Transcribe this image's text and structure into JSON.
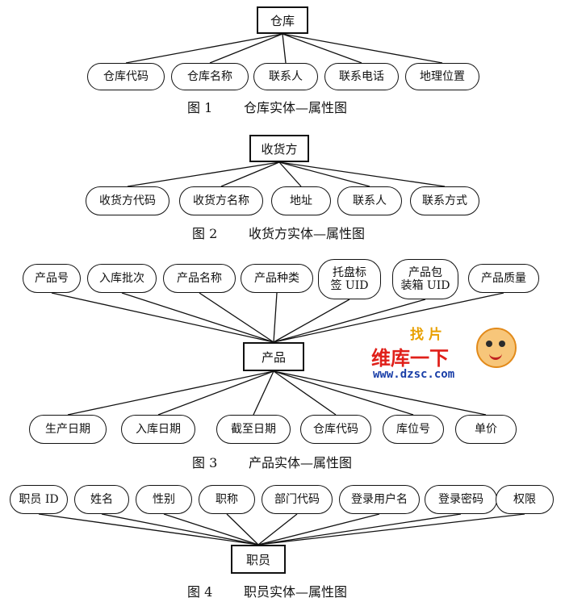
{
  "diagrams": [
    {
      "entity": "仓库",
      "attributes": [
        "仓库代码",
        "仓库名称",
        "联系人",
        "联系电话",
        "地理位置"
      ],
      "caption_num": "图 1",
      "caption_text": "仓库实体—属性图"
    },
    {
      "entity": "收货方",
      "attributes": [
        "收货方代码",
        "收货方名称",
        "地址",
        "联系人",
        "联系方式"
      ],
      "caption_num": "图 2",
      "caption_text": "收货方实体—属性图"
    },
    {
      "entity": "产品",
      "attributes_top": [
        "产品号",
        "入库批次",
        "产品名称",
        "产品种类",
        "托盘标\n签 UID",
        "产品包\n装箱 UID",
        "产品质量"
      ],
      "attributes_bottom": [
        "生产日期",
        "入库日期",
        "截至日期",
        "仓库代码",
        "库位号",
        "单价"
      ],
      "caption_num": "图 3",
      "caption_text": "产品实体—属性图"
    },
    {
      "entity": "职员",
      "attributes": [
        "职员 ID",
        "姓名",
        "性别",
        "职称",
        "部门代码",
        "登录用户名",
        "登录密码",
        "权限"
      ],
      "caption_num": "图 4",
      "caption_text": "职员实体—属性图"
    }
  ],
  "watermark": {
    "top": "找 片",
    "brand": "维库一下",
    "url": "www.dzsc.com"
  }
}
